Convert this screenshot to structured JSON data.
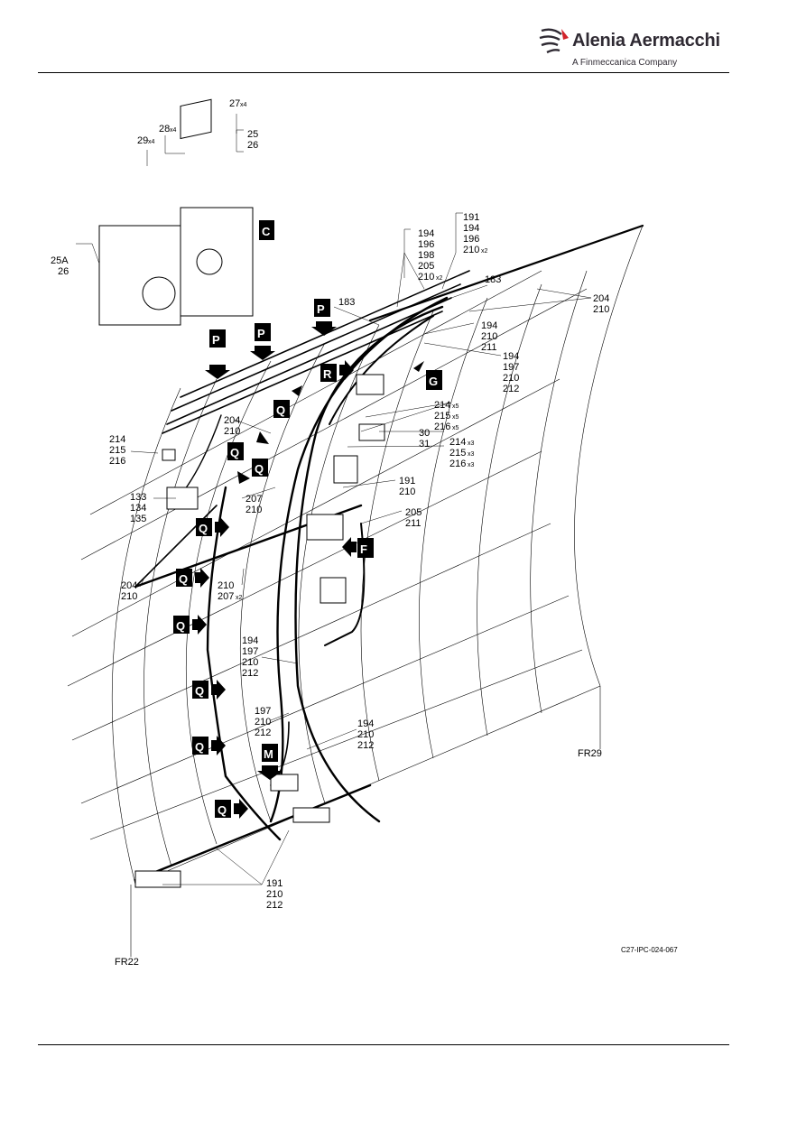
{
  "header": {
    "logo_name": "Alenia Aermacchi",
    "logo_sub": "A Finmeccanica Company",
    "logo_mark": "swoosh-logo-icon",
    "accent_color": "#d2232a",
    "text_color": "#2f2a33"
  },
  "diagram": {
    "figure_code": "C27-IPC-024-067",
    "frames": {
      "fr22": "FR22",
      "fr29": "FR29"
    },
    "view_letters": {
      "c": "C",
      "p": "P",
      "r": "R",
      "g": "G",
      "q": "Q",
      "f": "F",
      "m": "M"
    },
    "callouts": {
      "top_27": "27",
      "top_27_qty": "x4",
      "top_28": "28",
      "top_28_qty": "x4",
      "top_29": "29",
      "top_29_qty": "x4",
      "top_25_26": [
        "25",
        "26"
      ],
      "left_25a_26": [
        "25A",
        "26"
      ],
      "c1": [
        "194",
        "196",
        "198",
        "205",
        "210"
      ],
      "c1_qty": "x2",
      "c2": [
        "191",
        "194",
        "196",
        "210"
      ],
      "c2_qty": "x2",
      "n183a": "183",
      "n183b": "183",
      "c_204_210_right": [
        "204",
        "210"
      ],
      "c_194_210_211": [
        "194",
        "210",
        "211"
      ],
      "c_194_197_210_212_top": [
        "194",
        "197",
        "210",
        "212"
      ],
      "c_214_215_216_x5": [
        "214",
        "215",
        "216"
      ],
      "x5": "x5",
      "c_204_210_mid": [
        "204",
        "210"
      ],
      "c_214_215_216_left": [
        "214",
        "215",
        "216"
      ],
      "c_30_31": [
        "30",
        "31"
      ],
      "c_214_215_216_x3": [
        "214",
        "215",
        "216"
      ],
      "x3": "x3",
      "c_191_210": [
        "191",
        "210"
      ],
      "c_133_134_135": [
        "133",
        "134",
        "135"
      ],
      "c_207_210": [
        "207",
        "210"
      ],
      "c_205_211": [
        "205",
        "211"
      ],
      "c_204_210_low": [
        "204",
        "210"
      ],
      "c_210_207": [
        "210",
        "207"
      ],
      "c_210_207_qty": "x2",
      "c_194_197_210_212_mid": [
        "194",
        "197",
        "210",
        "212"
      ],
      "c_197_210_212": [
        "197",
        "210",
        "212"
      ],
      "c_194_210_212": [
        "194",
        "210",
        "212"
      ],
      "c_191_210_212": [
        "191",
        "210",
        "212"
      ]
    }
  }
}
